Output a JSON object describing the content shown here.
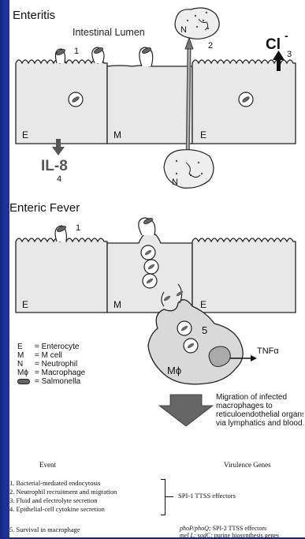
{
  "top_panel": {
    "title": "Enteritis",
    "lumen_label": "Intestinal Lumen",
    "step1": "1",
    "step2": "2",
    "step3": "3",
    "step4": "4",
    "chloride": "Cl",
    "chloride_charge": "-",
    "il8": "IL-8",
    "cell_E_left": "E",
    "cell_M": "M",
    "cell_E_right": "E",
    "neutrophil_N_top": "N",
    "neutrophil_N_bottom": "N"
  },
  "bottom_panel": {
    "title": "Enteric Fever",
    "step1": "1",
    "step5": "5",
    "cell_E_left": "E",
    "cell_M": "M",
    "cell_E_right": "E",
    "macrophage": "Mϕ",
    "tnf": "TNFα",
    "migration_note": [
      "Migration of infected",
      "macrophages to",
      "reticuloendothelial organs",
      "via lymphatics and blood."
    ]
  },
  "legend": [
    {
      "symbol": "E",
      "label": "Enterocyte"
    },
    {
      "symbol": "M",
      "label": "M cell"
    },
    {
      "symbol": "N",
      "label": "Neutrophil"
    },
    {
      "symbol": "Mϕ",
      "label": "Macrophage"
    },
    {
      "symbol": "salmonella-shape",
      "label": "Salmonella"
    }
  ],
  "table": {
    "header_event": "Event",
    "header_genes": "Virulence Genes",
    "events": [
      "1.   Bacterial-mediated endocytosis",
      "2.   Neutrophil recruitment and migration",
      "3.   Fluid and electrolyte secretion",
      "4.   Epithelial-cell cytokine secretion"
    ],
    "group_genes": "SPI-1 TTSS effectors",
    "event5": "5.   Survival in macrophage",
    "genes5_line1_italic": "phoP/phoQ;",
    "genes5_line1_rest": " SPI-2 TTSS effectors",
    "genes5_line2_italic": "mel L; sodC;",
    "genes5_line2_rest": " purine biosynthesis genes"
  },
  "colors": {
    "slide_bg": "#1d3399",
    "cell_fill": "#e6e6e6",
    "macrophage_fill": "#d8d8d8",
    "arrow_dark": "#555555"
  }
}
